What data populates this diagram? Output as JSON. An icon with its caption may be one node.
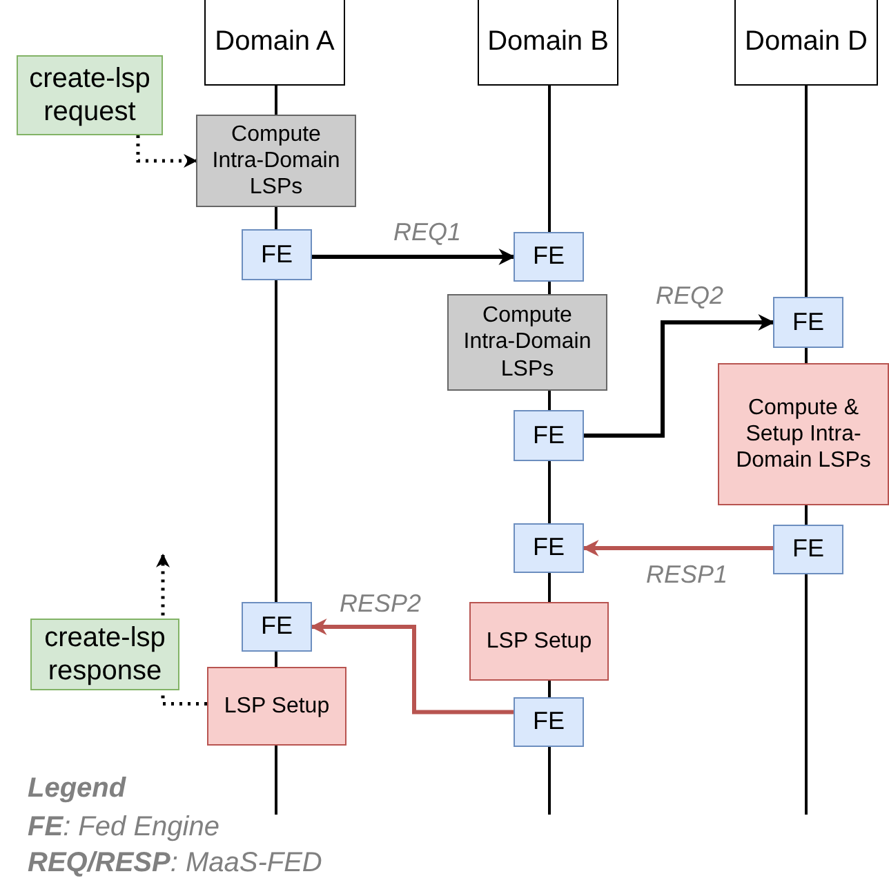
{
  "diagram": {
    "nodes": [
      {
        "text": [
          "Domain A"
        ]
      },
      {
        "text": [
          "Domain B"
        ]
      },
      {
        "text": [
          "Domain D"
        ]
      },
      {
        "text": [
          "create-lsp request"
        ]
      },
      {
        "text": [
          "Compute Intra-Domain LSPs"
        ]
      },
      {
        "text": [
          "FE"
        ]
      },
      {
        "text": [
          "FE"
        ]
      },
      {
        "text": [
          "Compute Intra-Domain LSPs"
        ]
      },
      {
        "text": [
          "FE"
        ]
      },
      {
        "text": [
          "FE"
        ]
      },
      {
        "text": [
          "Compute & Setup Intra-Domain LSPs"
        ]
      },
      {
        "text": [
          "FE"
        ]
      },
      {
        "text": [
          "FE"
        ]
      },
      {
        "text": [
          "FE"
        ]
      },
      {
        "text": [
          "LSP Setup"
        ]
      },
      {
        "text": [
          "create-lsp response"
        ]
      },
      {
        "text": [
          "LSP Setup"
        ]
      },
      {
        "text": [
          "FE"
        ]
      }
    ],
    "edges": [
      {
        "from": 3,
        "to": 4,
        "arrow": "to",
        "style": "dashed"
      },
      {
        "from": 5,
        "to": 6,
        "arrow": "to",
        "label": "REQ1"
      },
      {
        "from": 9,
        "to": 8,
        "arrow": "to",
        "label": "REQ2"
      },
      {
        "from": 12,
        "to": 11,
        "arrow": "to",
        "label": "RESP1",
        "color": "#b85450"
      },
      {
        "from": 17,
        "to": 13,
        "arrow": "to",
        "label": "RESP2",
        "color": "#b85450"
      },
      {
        "from": 16,
        "to": null,
        "arrow": "to",
        "style": "dashed"
      }
    ],
    "labels": [
      "Legend",
      "**FE**: Fed Engine",
      "**REQ/RESP**: MaaS-FED"
    ]
  }
}
